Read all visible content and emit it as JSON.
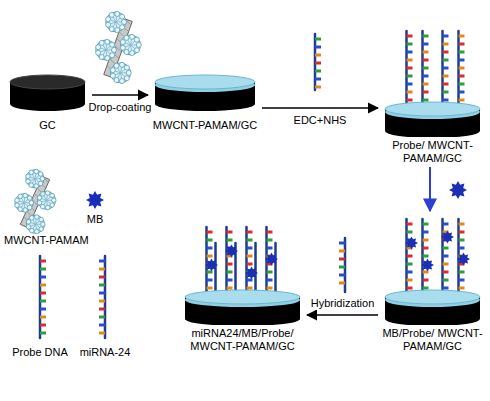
{
  "diagram": {
    "nodes": [
      {
        "text": [
          "GC"
        ]
      },
      {
        "text": [
          "MWCNT-PAMAM/GC"
        ]
      },
      {
        "text": [
          "Probe/ MWCNT-PAMAM/GC"
        ]
      },
      {
        "text": [
          "MB/Probe/ MWCNT-PAMAM/GC"
        ]
      },
      {
        "text": [
          "miRNA24/MB/Probe/ MWCNT-PAMAM/GC"
        ]
      }
    ],
    "edges": [
      {
        "from": 0,
        "to": 1,
        "label": "Drop-coating",
        "arrow": "to"
      },
      {
        "from": 1,
        "to": 2,
        "label": "EDC+NHS",
        "arrow": "to"
      },
      {
        "from": 2,
        "to": 3,
        "arrow": "to"
      },
      {
        "from": 3,
        "to": 4,
        "label": "Hybridization",
        "arrow": "to"
      }
    ],
    "legend": [
      {
        "text": "MWCNT-PAMAM"
      },
      {
        "text": "MB"
      },
      {
        "text": "Probe DNA"
      },
      {
        "text": "miRNA-24"
      }
    ]
  }
}
